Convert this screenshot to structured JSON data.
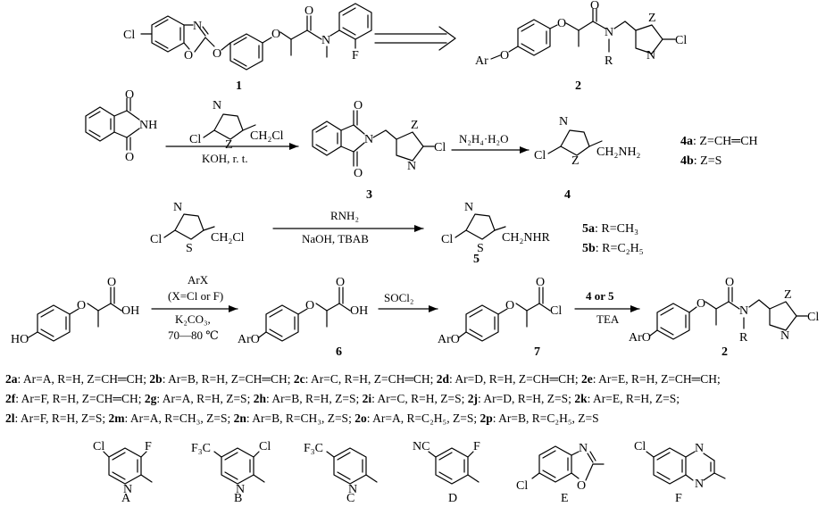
{
  "compounds": {
    "c1": "1",
    "c2": "2",
    "c3": "3",
    "c4": "4",
    "c5": "5",
    "c6": "6",
    "c7": "7",
    "c2b": "2"
  },
  "atoms": {
    "cl": "Cl",
    "o": "O",
    "n": "N",
    "nh": "NH",
    "f": "F",
    "z": "Z",
    "s": "S",
    "ar_o": "Ar",
    "r": "R",
    "ch2cl": "CH₂Cl",
    "ch2nh2": "CH₂NH₂",
    "ch2nhr": "CH₂NHR",
    "ho": "HO",
    "oh": "OH",
    "aro": "ArO",
    "cn": "NC",
    "f3c": "F₃C"
  },
  "conditions": {
    "step1_bottom": "KOH, r. t.",
    "step2_top": "N₂H₄·H₂O",
    "step3_top": "RNH₂",
    "step3_bottom": "NaOH, TBAB",
    "step4_top1": "ArX",
    "step4_top2": "(X=Cl or F)",
    "step4_bottom1": "K₂CO₃,",
    "step4_bottom2": "70—80 ℃",
    "step5_top": "SOCl₂",
    "step6_top": "4 or 5",
    "step6_bottom": "TEA"
  },
  "definitions": {
    "d4a": ": Z=CH═CH",
    "d4a_num": "4a",
    "d4b": ": Z=S",
    "d4b_num": "4b",
    "d5a": ": R=CH₃",
    "d5a_num": "5a",
    "d5b": ": R=C₂H₅",
    "d5b_num": "5b"
  },
  "legend_line1": [
    {
      "id": "2a",
      "text": ": Ar=A, R=H, Z=CH═CH; "
    },
    {
      "id": "2b",
      "text": ": Ar=B, R=H, Z=CH═CH; "
    },
    {
      "id": "2c",
      "text": ": Ar=C, R=H, Z=CH═CH; "
    },
    {
      "id": "2d",
      "text": ": Ar=D, R=H, Z=CH═CH; "
    },
    {
      "id": "2e",
      "text": ": Ar=E, R=H, Z=CH═CH;"
    }
  ],
  "legend_line2": [
    {
      "id": "2f",
      "text": ": Ar=F, R=H, Z=CH═CH; "
    },
    {
      "id": "2g",
      "text": ": Ar=A, R=H, Z=S; "
    },
    {
      "id": "2h",
      "text": ": Ar=B, R=H, Z=S; "
    },
    {
      "id": "2i",
      "text": ": Ar=C, R=H, Z=S; "
    },
    {
      "id": "2j",
      "text": ": Ar=D, R=H, Z=S; "
    },
    {
      "id": "2k",
      "text": ": Ar=E, R=H, Z=S;"
    }
  ],
  "legend_line3": [
    {
      "id": "2l",
      "text": ": Ar=F, R=H, Z=S;  "
    },
    {
      "id": "2m",
      "text": ": Ar=A, R=CH₃, Z=S; "
    },
    {
      "id": "2n",
      "text": ": Ar=B, R=CH₃, Z=S; "
    },
    {
      "id": "2o",
      "text": ": Ar=A, R=C₂H₅, Z=S; "
    },
    {
      "id": "2p",
      "text": ": Ar=B, R=C₂H₅, Z=S"
    }
  ],
  "aryl_labels": [
    "A",
    "B",
    "C",
    "D",
    "E",
    "F"
  ]
}
